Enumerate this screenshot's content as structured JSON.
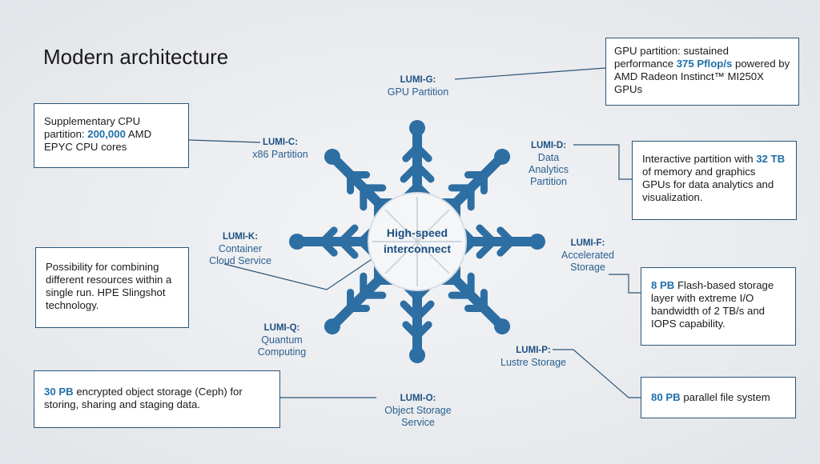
{
  "title": "Modern architecture",
  "hub": {
    "line1": "High-speed",
    "line2": "interconnect"
  },
  "colors": {
    "snowflake": "#2d6ea3",
    "label": "#2a5f8f",
    "highlight": "#1f6fa8",
    "box_border": "#2b5578"
  },
  "partitions": [
    {
      "code": "LUMI-G:",
      "desc": "GPU Partition"
    },
    {
      "code": "LUMI-C:",
      "desc": "x86 Partition"
    },
    {
      "code": "LUMI-D:",
      "desc": "Data Analytics Partition",
      "lines": [
        "Data",
        "Analytics",
        "Partition"
      ]
    },
    {
      "code": "LUMI-K:",
      "desc": "Container Cloud Service",
      "lines": [
        "Container",
        "Cloud Service"
      ]
    },
    {
      "code": "LUMI-F:",
      "desc": "Accelerated Storage",
      "lines": [
        "Accelerated",
        "Storage"
      ]
    },
    {
      "code": "LUMI-Q:",
      "desc": "Quantum Computing",
      "lines": [
        "Quantum",
        "Computing"
      ]
    },
    {
      "code": "LUMI-P:",
      "desc": "Lustre Storage"
    },
    {
      "code": "LUMI-O:",
      "desc": "Object Storage Service",
      "lines": [
        "Object Storage",
        "Service"
      ]
    }
  ],
  "boxes": {
    "gpu": {
      "pre": "GPU partition: sustained performance ",
      "hl": "375 Pflop/s",
      "post": " powered by AMD Radeon Instinct™ MI250X GPUs"
    },
    "cpu": {
      "pre": "Supplementary CPU partition: ",
      "hl": "200,000",
      "post": " AMD EPYC CPU cores"
    },
    "data": {
      "pre": "Interactive partition with ",
      "hl": "32 TB",
      "post": " of memory and graphics GPUs for data analytics and visualization."
    },
    "combine": {
      "text": "Possibility for combining different resources within a single run. HPE Slingshot technology."
    },
    "flash": {
      "hl": "8 PB",
      "post": " Flash-based storage layer with extreme I/O bandwidth of 2 TB/s and IOPS capability."
    },
    "object": {
      "hl": "30 PB",
      "post": " encrypted object storage (Ceph) for storing, sharing and staging data."
    },
    "parallel": {
      "hl": "80 PB",
      "post": " parallel file system"
    }
  }
}
